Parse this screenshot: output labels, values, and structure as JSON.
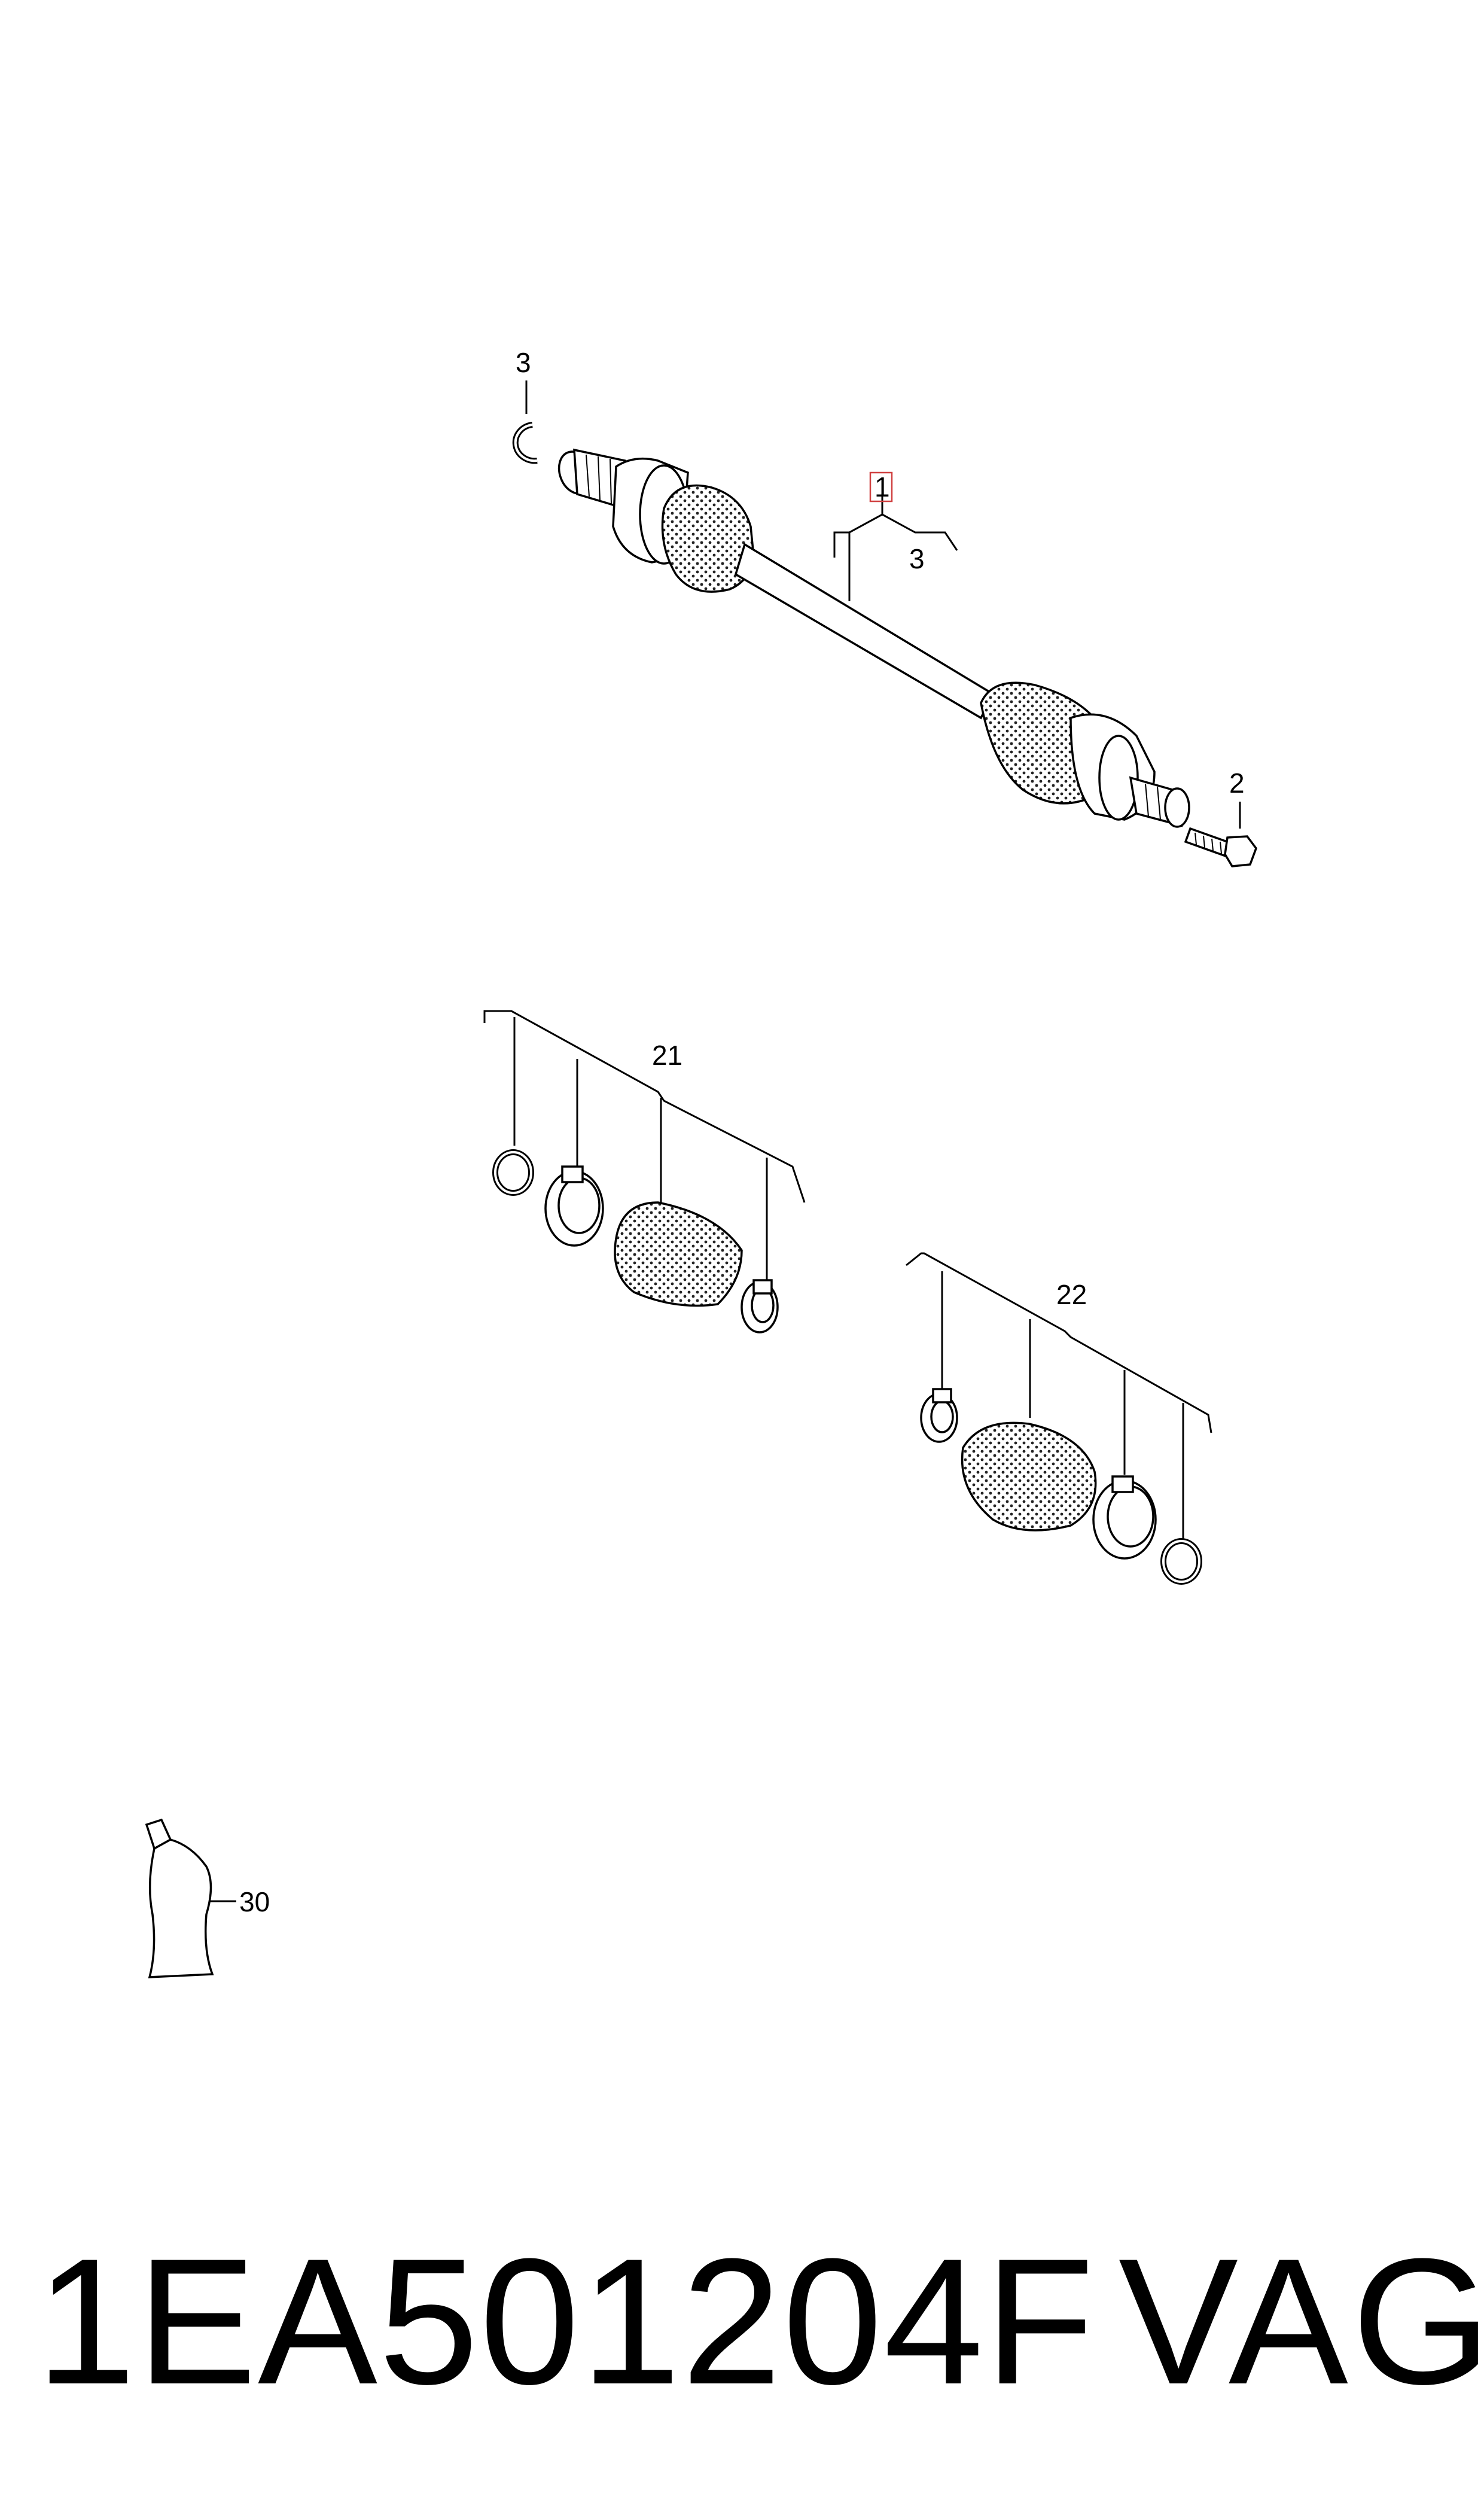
{
  "callouts": {
    "item1": "1",
    "item3_ring": "3",
    "item3_bracket": "3",
    "item2": "2",
    "item21": "21",
    "item22": "22",
    "item30": "30"
  },
  "footer": {
    "part_number": "1EA501204F",
    "brand": "VAG"
  },
  "colors": {
    "line": "#000000",
    "highlight": "#d04040",
    "background": "#ffffff"
  }
}
